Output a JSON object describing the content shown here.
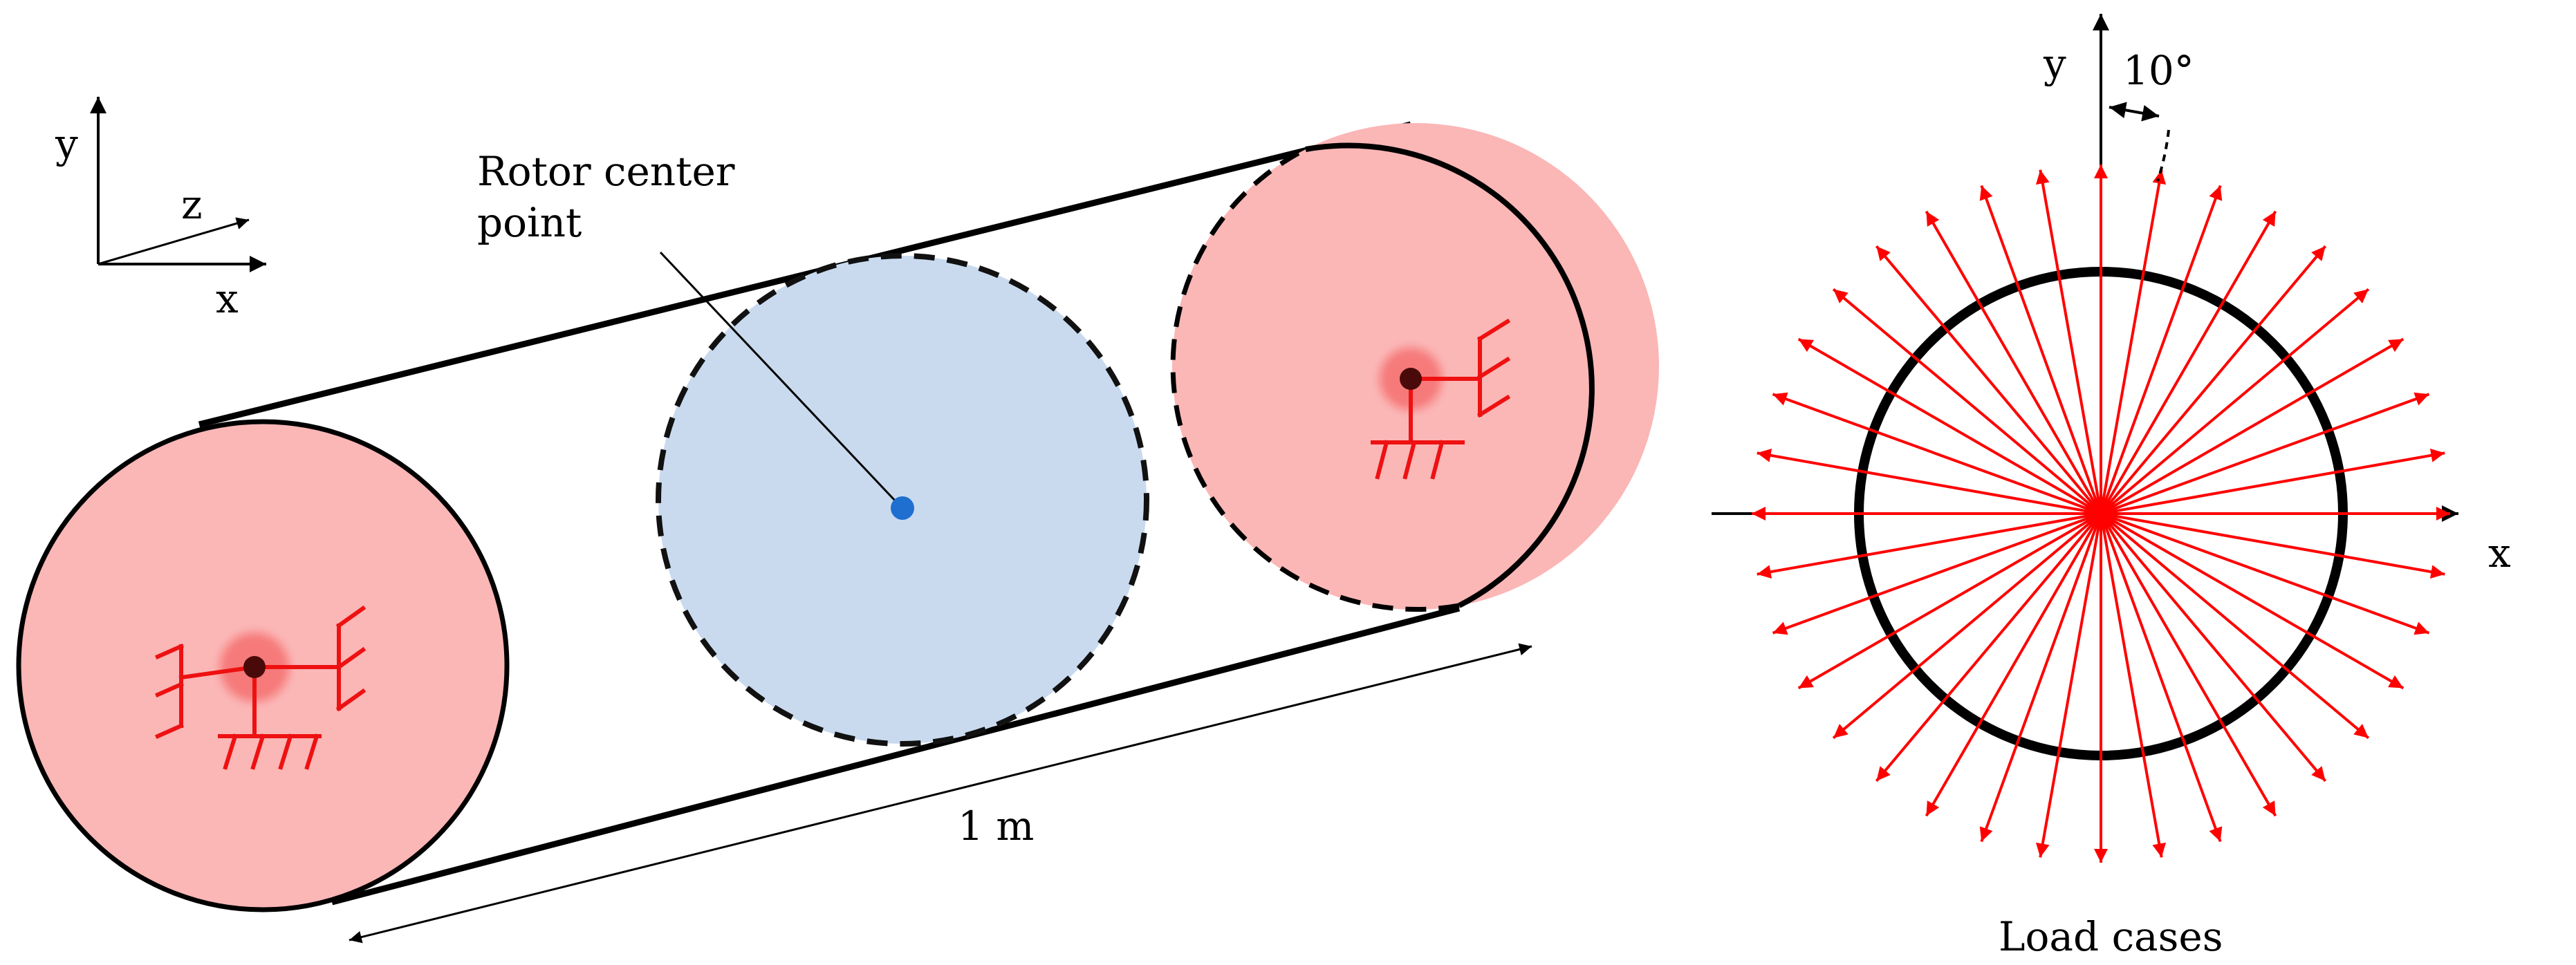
{
  "axes_triad": {
    "y_label": "y",
    "z_label": "z",
    "x_label": "x"
  },
  "rotor": {
    "center_label_line1": "Rotor center",
    "center_label_line2": "point",
    "length_label": "1 m"
  },
  "load_diagram": {
    "y_label": "y",
    "x_label": "x",
    "angle_label": "10°",
    "caption": "Load cases",
    "arrow_count": 36,
    "angle_step_deg": 10
  },
  "colors": {
    "bearing_fill": "#fbb6b6",
    "rotor_fill": "#c9daef",
    "spring_red": "#ee1111",
    "center_dot": "#1f6fd1",
    "node_dot": "#4a0a0a",
    "arrow_red": "#ff0000"
  }
}
